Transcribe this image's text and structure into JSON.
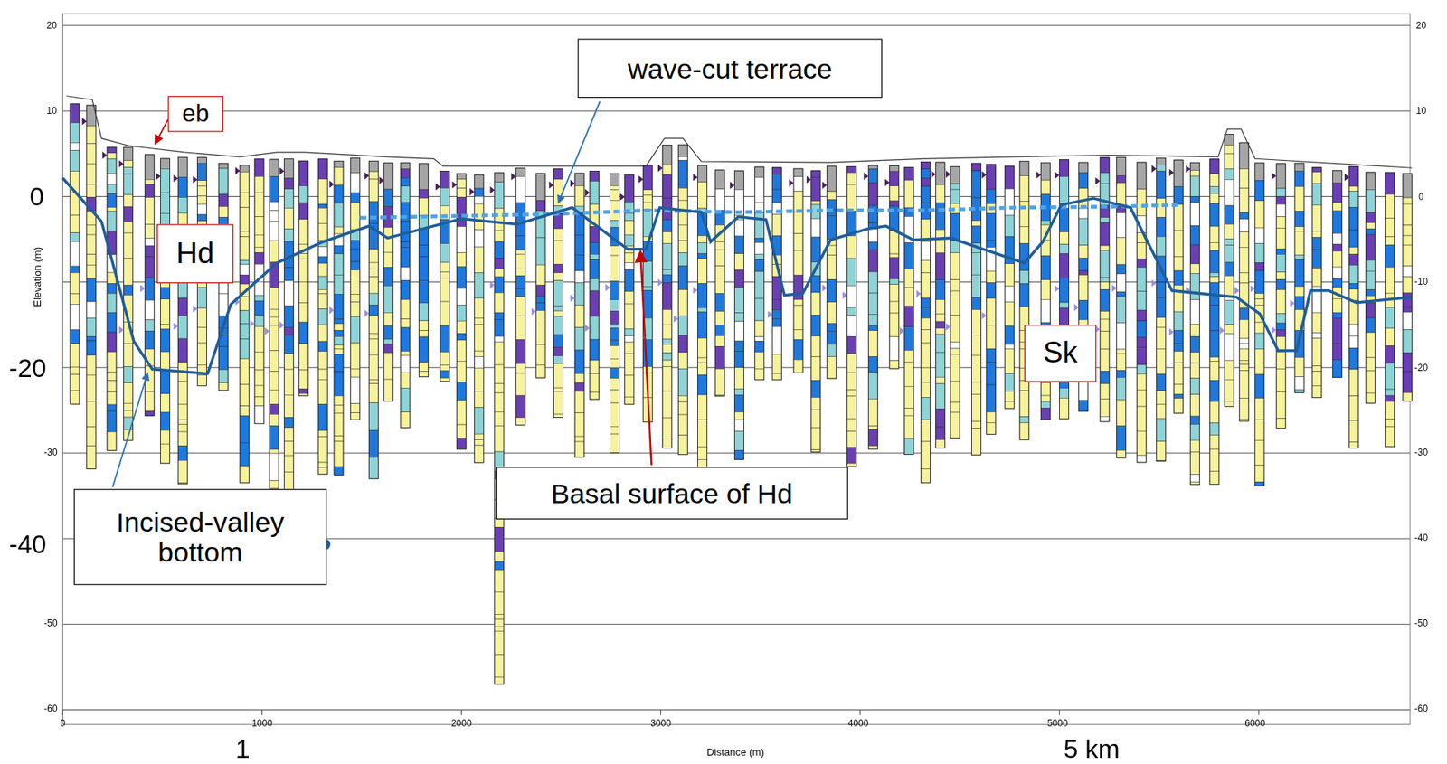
{
  "diagram": {
    "nodes": [
      {
        "text": [
          "eb"
        ]
      },
      {
        "text": [
          "Hd"
        ]
      },
      {
        "text": [
          "wave-cut terrace"
        ]
      },
      {
        "text": [
          "Basal surface of Hd"
        ]
      },
      {
        "text": [
          "Incised-valley bottom"
        ]
      },
      {
        "text": [
          "Sk"
        ]
      }
    ],
    "labels": [
      "20",
      "10",
      "0",
      "-20",
      "-30",
      "-40",
      "-50",
      "-60",
      "20",
      "10",
      "0",
      "-10",
      "-20",
      "-30",
      "-40",
      "-50",
      "-60",
      "0",
      "1000",
      "2000",
      "3000",
      "4000",
      "5000",
      "6000",
      "Distance (m)",
      "Elevation (m)",
      "1",
      "5 km"
    ]
  }
}
